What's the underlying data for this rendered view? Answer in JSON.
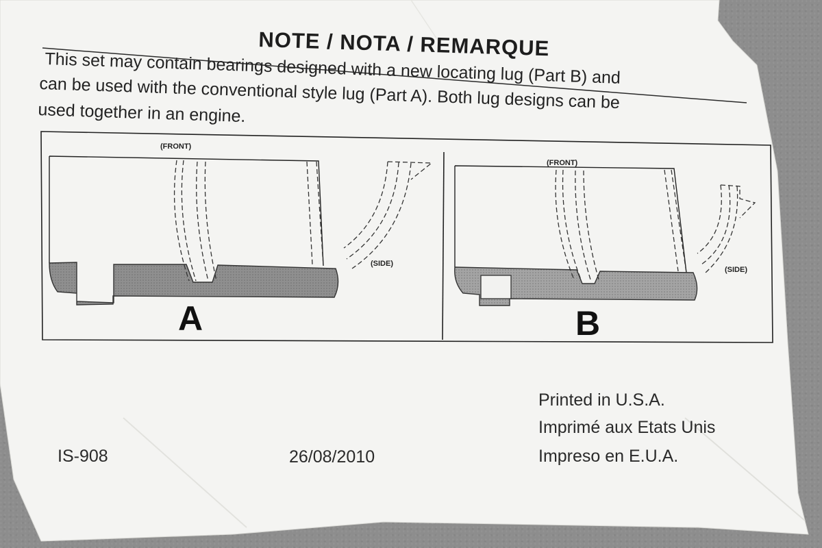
{
  "note": {
    "title": "NOTE / NOTA / REMARQUE",
    "lines": [
      "This set may contain bearings designed with a new locating lug (Part B) and",
      "can be used with the conventional style lug (Part A). Both lug designs can be",
      "used together in an engine."
    ]
  },
  "diagram": {
    "part_a": {
      "letter": "A",
      "front_label": "(FRONT)",
      "side_label": "(SIDE)"
    },
    "part_b": {
      "letter": "B",
      "front_label": "(FRONT)",
      "side_label": "(SIDE)"
    }
  },
  "footer": {
    "code": "IS-908",
    "date": "26/08/2010",
    "printed": [
      "Printed in U.S.A.",
      "Imprimé aux Etats Unis",
      "Impreso en E.U.A."
    ]
  },
  "colors": {
    "paper": "#f4f4f2",
    "background": "#8d8d8d",
    "ink": "#1d1d1d",
    "shade": "#8a8a8a"
  }
}
